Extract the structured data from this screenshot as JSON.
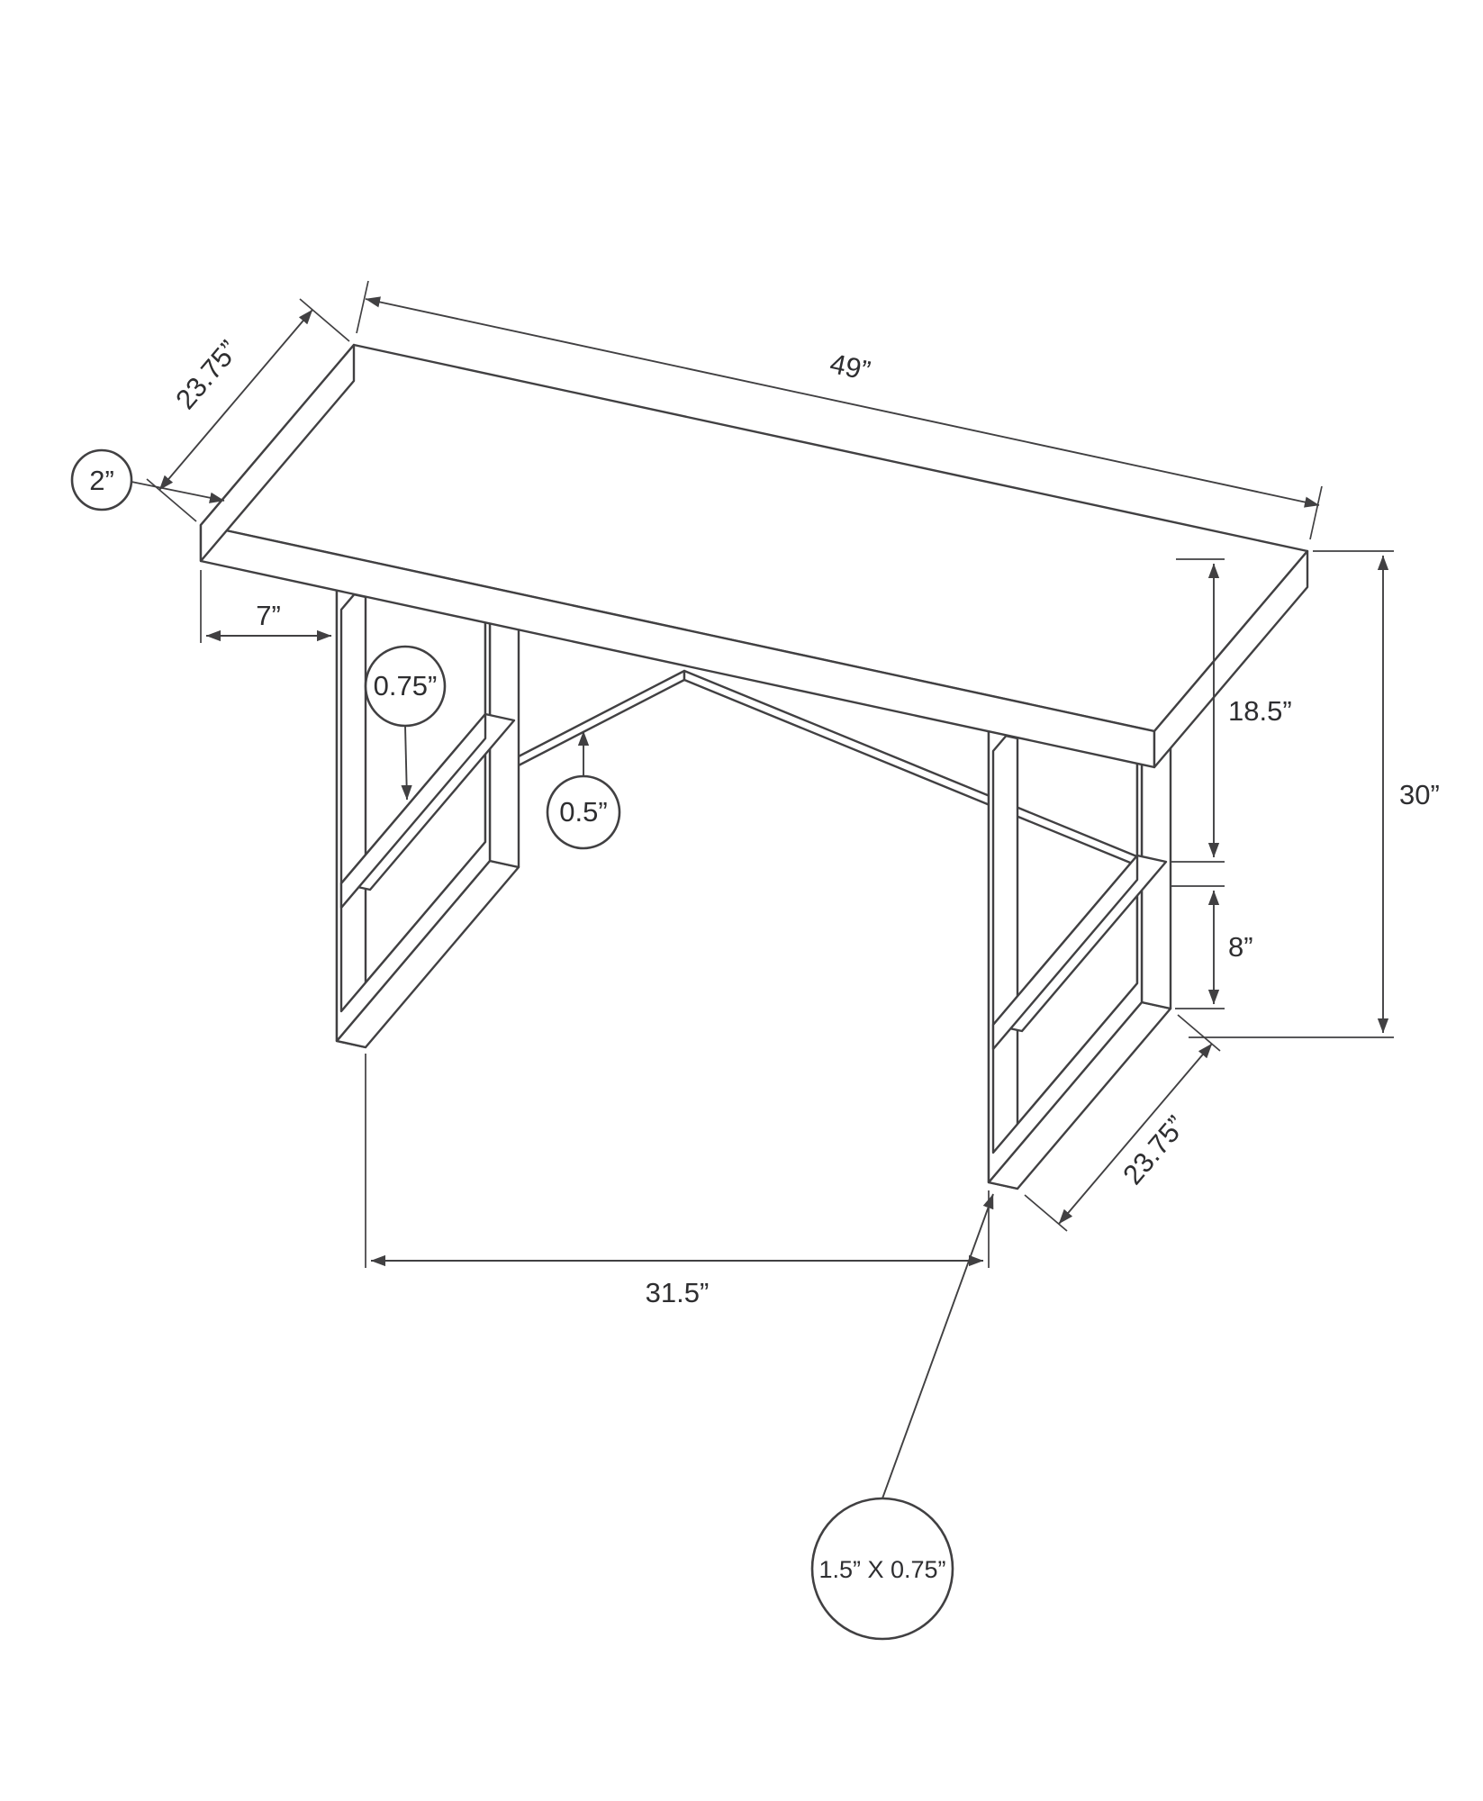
{
  "drawing": {
    "type": "furniture-dimension-diagram",
    "subject": "computer desk line drawing",
    "background_color": "#ffffff",
    "line_color": "#414042"
  },
  "dimensions": {
    "top_length": "49”",
    "top_depth": "23.75”",
    "top_thickness": "2”",
    "leg_inset": "7”",
    "shelf_thickness": "0.75”",
    "brace_thickness": "0.5”",
    "top_to_shelf": "18.5”",
    "overall_height": "30”",
    "shelf_to_floor": "8”",
    "leg_span": "31.5”",
    "leg_depth": "23.75”",
    "tube_size": "1.5” X 0.75”"
  }
}
